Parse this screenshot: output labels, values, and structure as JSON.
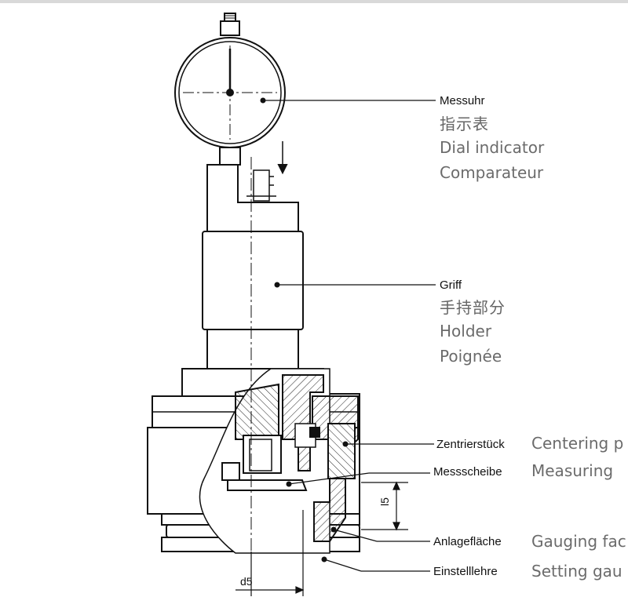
{
  "labels": {
    "messuhr": {
      "de": "Messuhr",
      "zh": "指示表",
      "en": "Dial indicator",
      "fr": "Comparateur"
    },
    "griff": {
      "de": "Griff",
      "zh": "手持部分",
      "en": "Holder",
      "fr": "Poignée"
    },
    "zentrierstueck": {
      "de": "Zentrierstück",
      "en": "Centering p"
    },
    "messscheibe": {
      "de": "Messscheibe",
      "en": "Measuring"
    },
    "anlageflaeche": {
      "de": "Anlagefläche",
      "en": "Gauging fac"
    },
    "einstelllehre": {
      "de": "Einstelllehre",
      "en": "Setting gau"
    }
  },
  "dimensions": {
    "l5": "l5",
    "d5": "d5"
  }
}
